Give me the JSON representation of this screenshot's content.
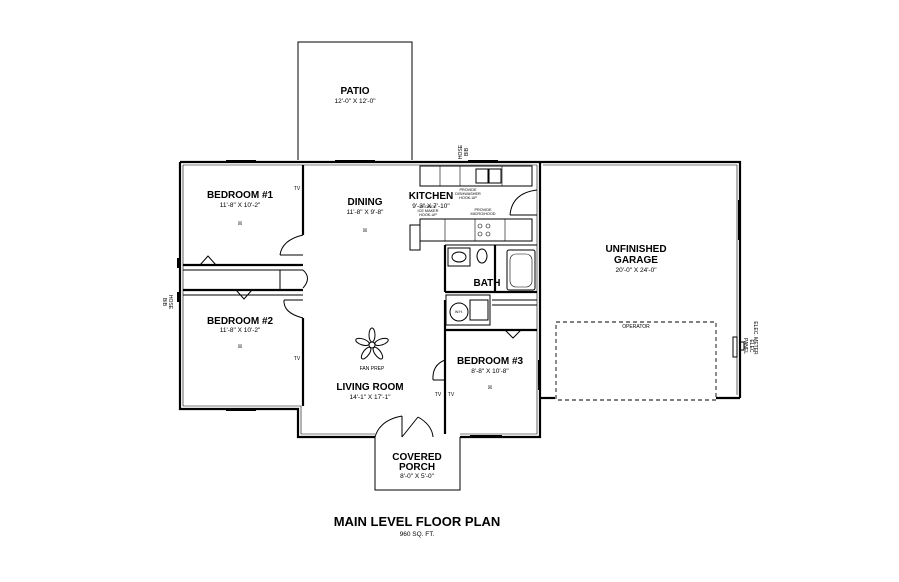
{
  "title": "MAIN LEVEL FLOOR PLAN",
  "area": "960 SQ. FT.",
  "rooms": {
    "patio": {
      "name": "PATIO",
      "dim": "12'-0\" X 12'-0\""
    },
    "bedroom1": {
      "name": "BEDROOM #1",
      "dim": "11'-8\" X 10'-2\""
    },
    "bedroom2": {
      "name": "BEDROOM #2",
      "dim": "11'-8\" X 10'-2\""
    },
    "bedroom3": {
      "name": "BEDROOM #3",
      "dim": "8'-8\" X 10'-8\""
    },
    "dining": {
      "name": "DINING",
      "dim": "11'-8\" X 9'-8\""
    },
    "kitchen": {
      "name": "KITCHEN",
      "dim": "9'-3\" X 7'-10\""
    },
    "bath": {
      "name": "BATH"
    },
    "living": {
      "name": "LIVING ROOM",
      "dim": "14'-1\" X 17'-1\""
    },
    "garage": {
      "name_line1": "UNFINISHED",
      "name_line2": "GARAGE",
      "dim": "20'-0\" X 24'-0\""
    },
    "porch": {
      "name_line1": "COVERED",
      "name_line2": "PORCH",
      "dim": "8'-0\" X 5'-0\""
    }
  },
  "labels": {
    "tv": "TV",
    "hose_line1": "HOSE",
    "hose_line2": "BIB",
    "fan_prep": "FAN PREP",
    "operator": "OPERATOR",
    "elec_line1": "ELEC",
    "elec_line2": "PANEL",
    "elec_meter": "ELEC. METER",
    "wh": "W.H.",
    "kitchen_notes": {
      "dishwasher_line1": "PROVIDE",
      "dishwasher_line2": "DISHWASHER",
      "dishwasher_line3": "HOOK-UP",
      "ice_line1": "PROVIDE",
      "ice_line2": "ICE MAKER",
      "ice_line3": "HOOK-UP",
      "hood_line1": "PROVIDE",
      "hood_line2": "MICRO/HOOD"
    }
  }
}
